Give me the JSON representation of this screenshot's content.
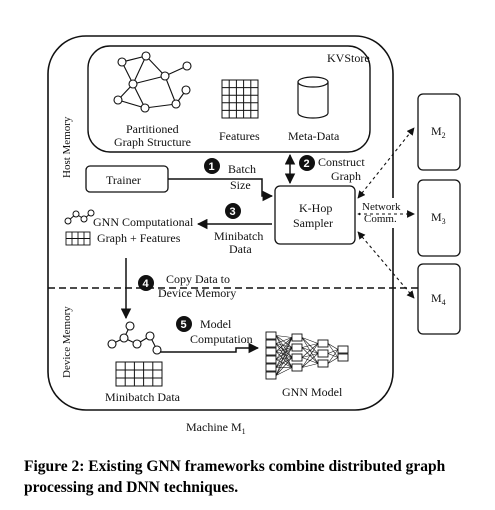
{
  "diagram": {
    "kvstore_title": "KVStore",
    "partitioned_graph": [
      "Partitioned",
      "Graph Structure"
    ],
    "features": "Features",
    "metadata": "Meta-Data",
    "host_memory": "Host Memory",
    "device_memory": "Device Memory",
    "trainer": "Trainer",
    "sampler": [
      "K-Hop",
      "Sampler"
    ],
    "gnn_graph": [
      "GNN Computational",
      "Graph + Features"
    ],
    "minibatch_data": "Minibatch Data",
    "gnn_model": "GNN Model",
    "machine": "Machine M",
    "machine_sub": "1",
    "network": [
      "Network",
      "Comm."
    ],
    "remote_machines": [
      {
        "label": "M",
        "sub": "2"
      },
      {
        "label": "M",
        "sub": "3"
      },
      {
        "label": "M",
        "sub": "4"
      }
    ],
    "steps": [
      {
        "num": "1",
        "text": [
          "Batch",
          "Size"
        ]
      },
      {
        "num": "2",
        "text": [
          "Construct",
          "Graph"
        ]
      },
      {
        "num": "3",
        "text": [
          "Minibatch",
          "Data"
        ]
      },
      {
        "num": "4",
        "text": [
          "Copy Data to",
          "Device Memory"
        ]
      },
      {
        "num": "5",
        "text": [
          "Model",
          "Computation"
        ]
      }
    ]
  },
  "caption": "Figure 2: Existing GNN frameworks combine distributed graph processing and DNN techniques."
}
